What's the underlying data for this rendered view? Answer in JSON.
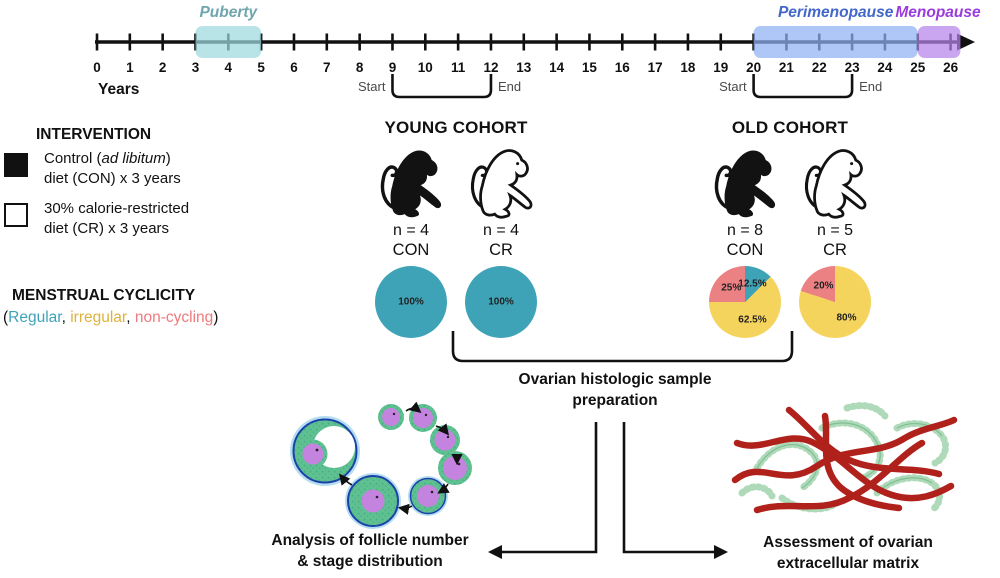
{
  "timeline": {
    "axis_label": "Years",
    "tick_labels": [
      "0",
      "1",
      "2",
      "3",
      "4",
      "5",
      "6",
      "7",
      "8",
      "9",
      "10",
      "11",
      "12",
      "13",
      "14",
      "15",
      "16",
      "17",
      "18",
      "19",
      "20",
      "21",
      "22",
      "23",
      "24",
      "25",
      "26"
    ],
    "bands": [
      {
        "label": "Puberty",
        "from": 3,
        "to": 5,
        "band_color": "#9ed9de",
        "label_color": "#6fa5ad"
      },
      {
        "label": "Perimenopause",
        "from": 20,
        "to": 25,
        "band_color": "#8fb1f3",
        "label_color": "#4267c8"
      },
      {
        "label": "Menopause",
        "from": 25,
        "to": 26.3,
        "band_color": "#b784ea",
        "label_color": "#9a3cdb"
      }
    ],
    "span_markers": [
      {
        "start_label": "Start",
        "end_label": "End",
        "from": 9,
        "to": 12
      },
      {
        "start_label": "Start",
        "end_label": "End",
        "from": 20,
        "to": 23
      }
    ]
  },
  "intervention": {
    "title": "INTERVENTION",
    "items": [
      {
        "swatch": "black-filled-square",
        "line1_pre": "Control (",
        "line1_italic": "ad libitum",
        "line1_post": ")",
        "line2": "diet (CON) x 3 years"
      },
      {
        "swatch": "white-open-square",
        "line1_pre": "30% calorie-restricted",
        "line1_italic": "",
        "line1_post": "",
        "line2": "diet (CR) x 3 years"
      }
    ]
  },
  "cyclicity": {
    "title": "MENSTRUAL CYCLICITY",
    "prefix": "(",
    "separator1": ", ",
    "separator2": ", ",
    "suffix": ")",
    "legend": [
      {
        "label": "Regular",
        "color": "#3fa3b8"
      },
      {
        "label": "irregular",
        "color": "#dfb23c"
      },
      {
        "label": "non-cycling",
        "color": "#ee7a7c"
      }
    ]
  },
  "cohorts": [
    {
      "title": "YOUNG COHORT",
      "groups": [
        {
          "n_label": "n = 4",
          "diet_label": "CON",
          "monkey": "filled-monkey-icon",
          "slices": [
            {
              "label": "100%",
              "pct": 100,
              "color": "#3fa3b8"
            }
          ]
        },
        {
          "n_label": "n = 4",
          "diet_label": "CR",
          "monkey": "outline-monkey-icon",
          "slices": [
            {
              "label": "100%",
              "pct": 100,
              "color": "#3fa3b8"
            }
          ]
        }
      ]
    },
    {
      "title": "OLD COHORT",
      "groups": [
        {
          "n_label": "n = 8",
          "diet_label": "CON",
          "monkey": "filled-monkey-icon",
          "slices": [
            {
              "label": "12.5%",
              "pct": 12.5,
              "color": "#3fa3b8"
            },
            {
              "label": "62.5%",
              "pct": 62.5,
              "color": "#f5d45e"
            },
            {
              "label": "25%",
              "pct": 25,
              "color": "#ec8184"
            }
          ]
        },
        {
          "n_label": "n = 5",
          "diet_label": "CR",
          "monkey": "outline-monkey-icon",
          "slices": [
            {
              "label": "80%",
              "pct": 80,
              "color": "#f5d45e"
            },
            {
              "label": "20%",
              "pct": 20,
              "color": "#ec8184"
            }
          ]
        }
      ]
    }
  ],
  "flow": {
    "prep_line1": "Ovarian histologic sample",
    "prep_line2": "preparation",
    "left_line1": "Analysis of follicle number",
    "left_line2": "& stage distribution",
    "right_line1": "Assessment of ovarian",
    "right_line2": "extracellular matrix"
  }
}
